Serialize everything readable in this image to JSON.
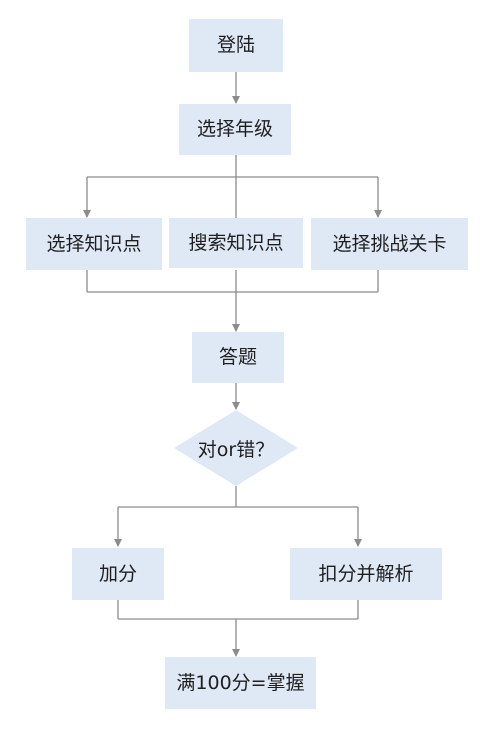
{
  "colors": {
    "box_fill": "#dfe8f5",
    "line": "#8c8c8c",
    "text": "#1f1f1f"
  },
  "flowchart": {
    "login": "登陆",
    "choose_grade": "选择年级",
    "choose_knowledge_point": "选择知识点",
    "search_knowledge_point": "搜索知识点",
    "choose_challenge_level": "选择挑战关卡",
    "answer": "答题",
    "right_or_wrong": "对or错？",
    "add_points": "加分",
    "deduct_and_explain": "扣分并解析",
    "full_score_mastered": "满100分=掌握"
  }
}
